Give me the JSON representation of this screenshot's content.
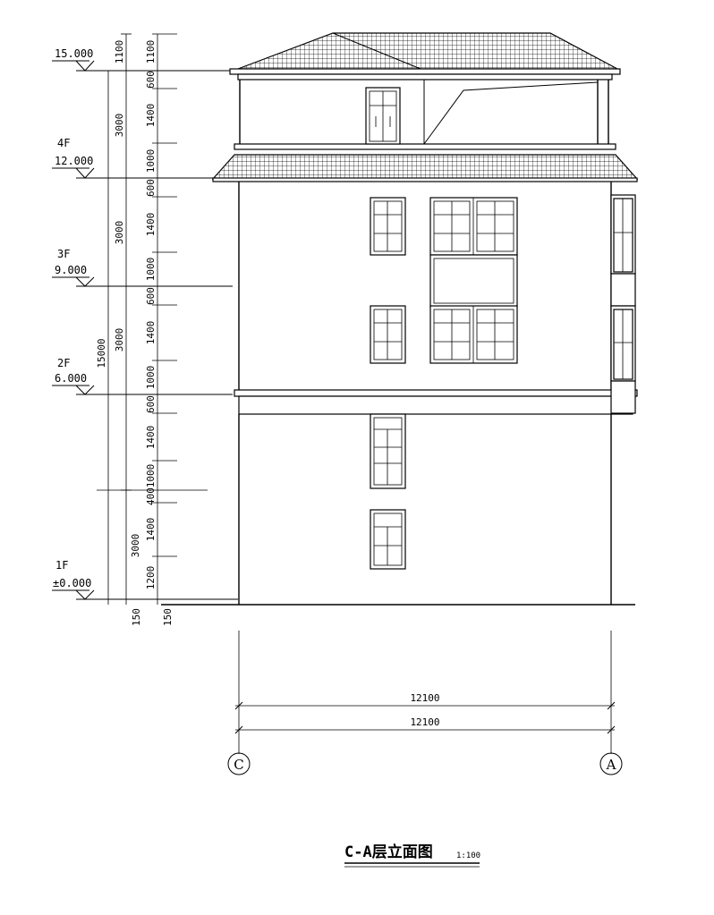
{
  "levels": [
    {
      "floor": "",
      "elevation": "15.000"
    },
    {
      "floor": "4F",
      "elevation": "12.000"
    },
    {
      "floor": "3F",
      "elevation": "9.000"
    },
    {
      "floor": "2F",
      "elevation": "6.000"
    },
    {
      "floor": "1F",
      "elevation": "±0.000"
    }
  ],
  "dimensions": {
    "total_height": "15000",
    "floor_heights": [
      "1100",
      "3000",
      "3000",
      "3000",
      "3000"
    ],
    "detail": [
      "1100",
      "600",
      "1400",
      "1000",
      "600",
      "1400",
      "1000",
      "600",
      "1400",
      "1000",
      "600",
      "1400",
      "1000",
      "400",
      "1400",
      "1200"
    ],
    "base_left": "150",
    "base_right": "150",
    "width_upper": "12100",
    "width_lower": "12100"
  },
  "axes": {
    "left": "C",
    "right": "A"
  },
  "title": {
    "main": "C-A层立面图",
    "scale": "1:100"
  }
}
